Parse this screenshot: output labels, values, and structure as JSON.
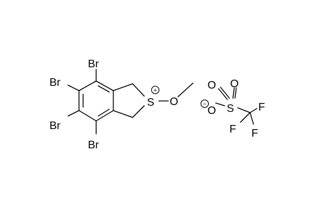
{
  "structure": {
    "cation": {
      "bromine_labels": [
        "Br",
        "Br",
        "Br",
        "Br"
      ],
      "sulfur_label": "S",
      "sulfur_charge": "+",
      "oxygen_label": "O"
    },
    "anion": {
      "oxygen_labels": [
        "O",
        "O",
        "O"
      ],
      "oxygen_charge": "−",
      "sulfur_label": "S",
      "fluorine_labels": [
        "F",
        "F",
        "F"
      ]
    },
    "colors": {
      "ink": "#000000",
      "background": "#ffffff"
    }
  }
}
